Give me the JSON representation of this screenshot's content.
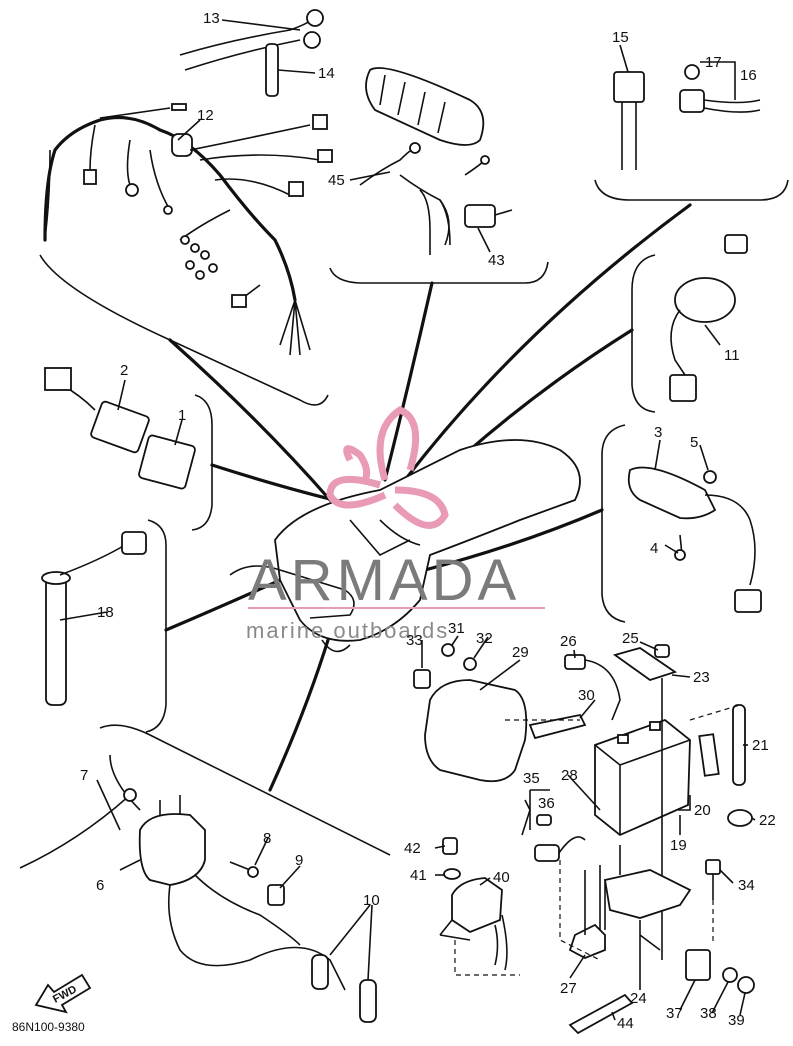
{
  "labels": {
    "p1": "1",
    "p2": "2",
    "p3": "3",
    "p4": "4",
    "p5": "5",
    "p6": "6",
    "p7": "7",
    "p8": "8",
    "p9": "9",
    "p10": "10",
    "p11": "11",
    "p12": "12",
    "p13": "13",
    "p14": "14",
    "p15": "15",
    "p16": "16",
    "p17": "17",
    "p18": "18",
    "p19": "19",
    "p20": "20",
    "p21": "21",
    "p22": "22",
    "p23": "23",
    "p24": "24",
    "p25": "25",
    "p26": "26",
    "p27": "27",
    "p28": "28",
    "p29": "29",
    "p30": "30",
    "p31": "31",
    "p32": "32",
    "p33": "33",
    "p34": "34",
    "p35": "35",
    "p36": "36",
    "p37": "37",
    "p38": "38",
    "p39": "39",
    "p40": "40",
    "p41": "41",
    "p42": "42",
    "p43": "43",
    "p44": "44",
    "p45": "45"
  },
  "watermark": {
    "brand": "ARMADA",
    "tagline": "marine outboards"
  },
  "drawing_code": "86N100-9380",
  "forward_marker": "FWD",
  "colors": {
    "line": "#111111",
    "watermark_text": "#7b7b7b",
    "watermark_logo": "#e89ab6",
    "background": "#ffffff"
  }
}
